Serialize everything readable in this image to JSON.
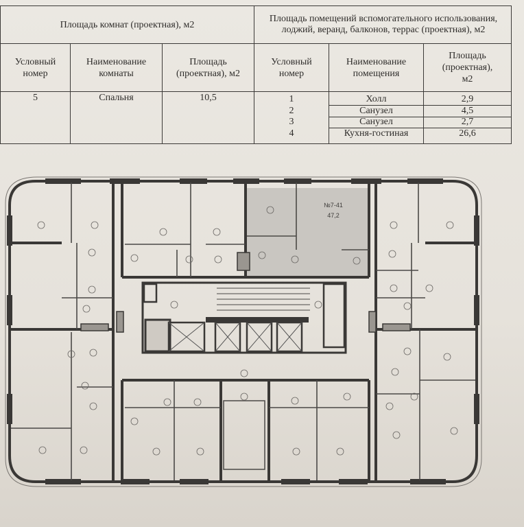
{
  "header": {
    "rooms_title": "Площадь комнат (проектная), м2",
    "aux_title": "Площадь помещений вспомогательного использования, лоджий, веранд, балконов, террас (проектная), м2"
  },
  "rooms_table": {
    "columns": [
      "Условный номер",
      "Наименование комнаты",
      "Площадь (проектная), м2"
    ],
    "rows": [
      {
        "number": "5",
        "name": "Спальня",
        "area": "10,5"
      }
    ]
  },
  "aux_table": {
    "columns": [
      "Условный номер",
      "Наименование помещения",
      "Площадь (проектная), м2"
    ],
    "rows": [
      {
        "number": "1",
        "name": "Холл",
        "area": "2,9"
      },
      {
        "number": "2",
        "name": "Санузел",
        "area": "4,5"
      },
      {
        "number": "3",
        "name": "Санузел",
        "area": "2,7"
      },
      {
        "number": "4",
        "name": "Кухня-гостиная",
        "area": "26,6"
      }
    ]
  },
  "plan": {
    "apartment_label": "№7-41",
    "apartment_area": "47,2",
    "highlight_color": "#c9c6c1",
    "wall_color": "#3a3836"
  }
}
